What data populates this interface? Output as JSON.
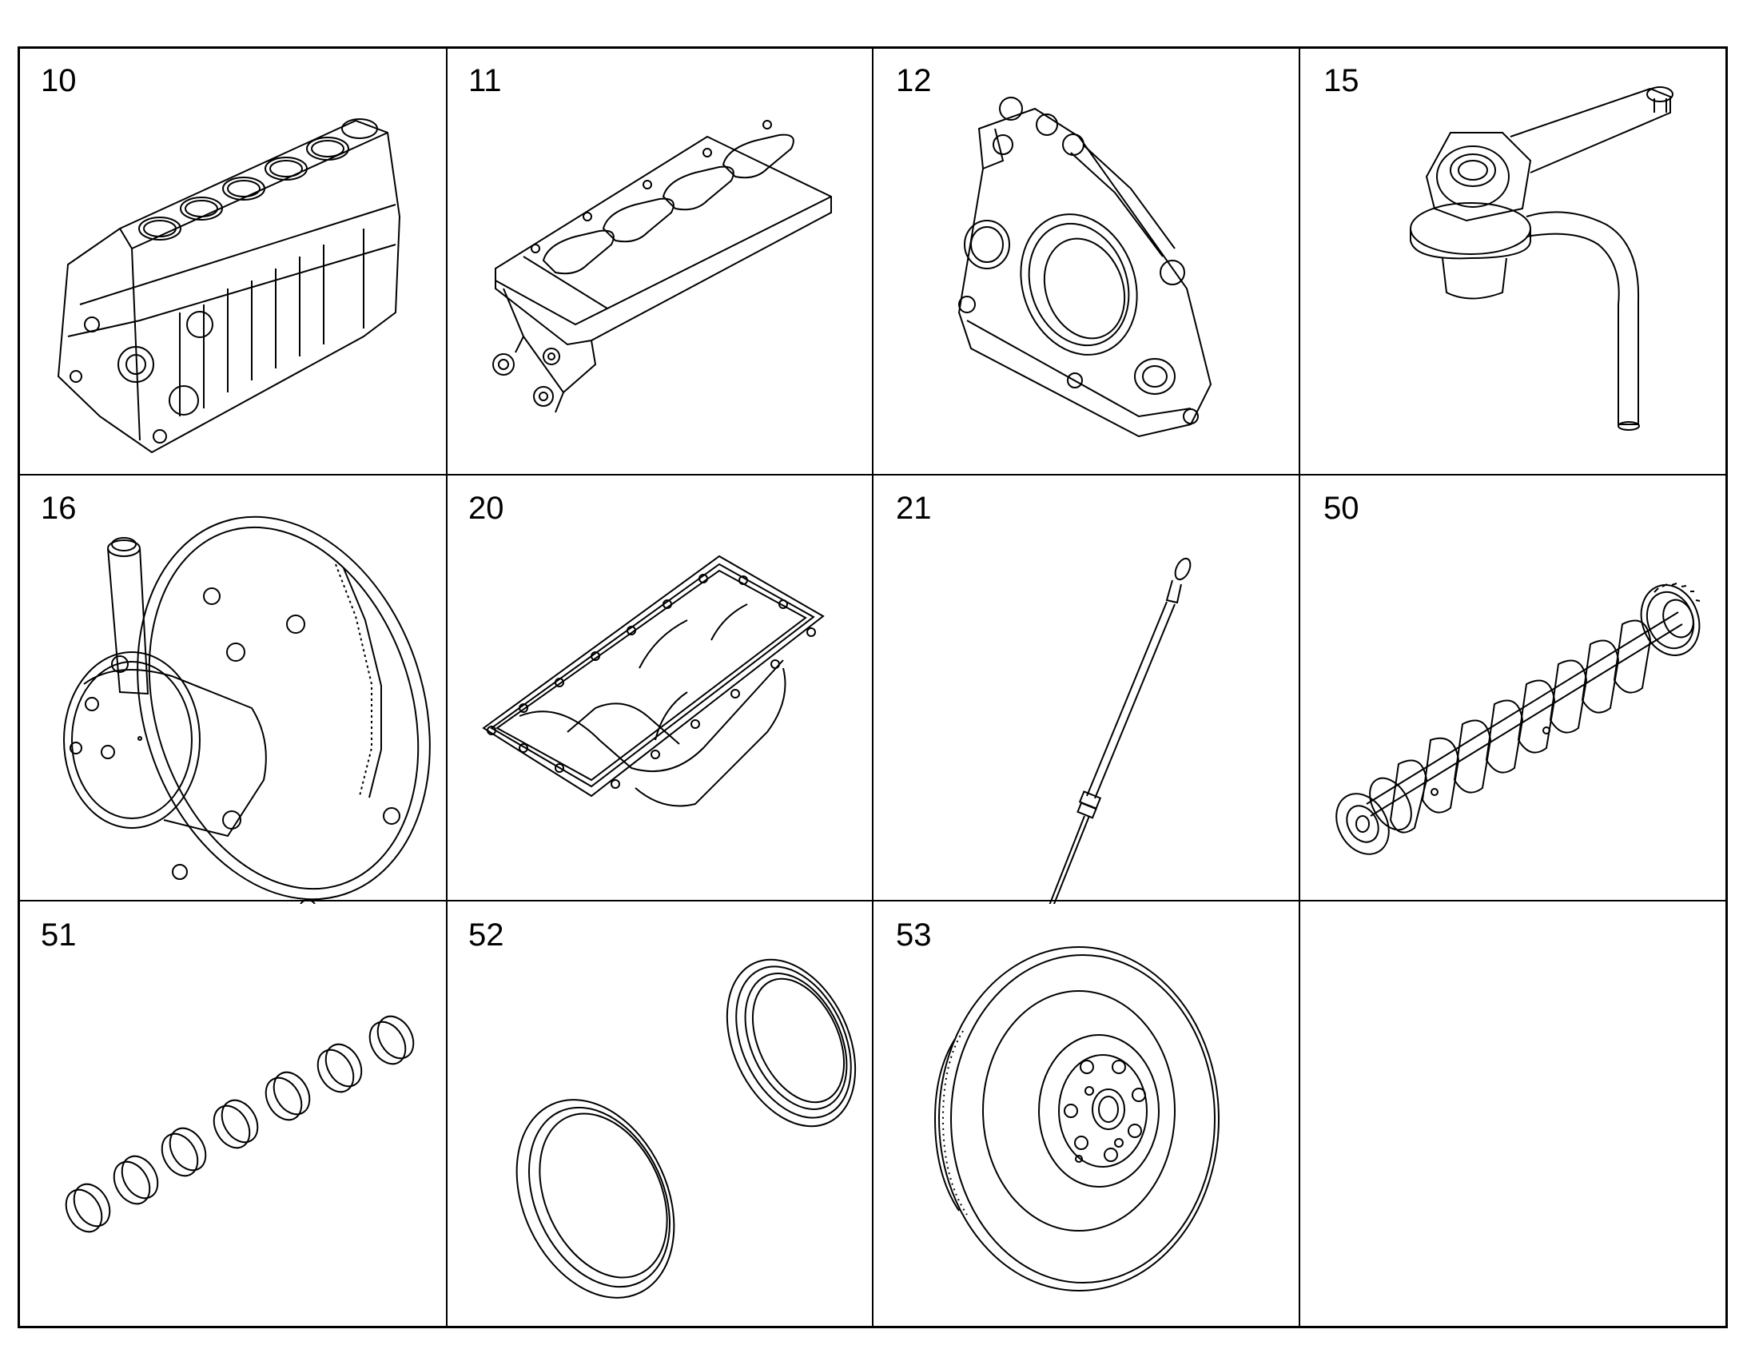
{
  "cells": [
    {
      "number": "10",
      "icon": "engine-block-icon"
    },
    {
      "number": "11",
      "icon": "bearing-ladder-frame-icon"
    },
    {
      "number": "12",
      "icon": "rear-cover-icon"
    },
    {
      "number": "15",
      "icon": "oil-pickup-tube-icon"
    },
    {
      "number": "16",
      "icon": "vacuum-pump-housing-icon"
    },
    {
      "number": "20",
      "icon": "oil-pan-icon"
    },
    {
      "number": "21",
      "icon": "dipstick-icon"
    },
    {
      "number": "50",
      "icon": "crankshaft-icon"
    },
    {
      "number": "51",
      "icon": "bearing-shells-icon"
    },
    {
      "number": "52",
      "icon": "seal-rings-icon"
    },
    {
      "number": "53",
      "icon": "vibration-damper-icon"
    },
    {
      "number": "",
      "icon": ""
    }
  ],
  "colors": {
    "line": "#000000",
    "background": "#ffffff"
  }
}
